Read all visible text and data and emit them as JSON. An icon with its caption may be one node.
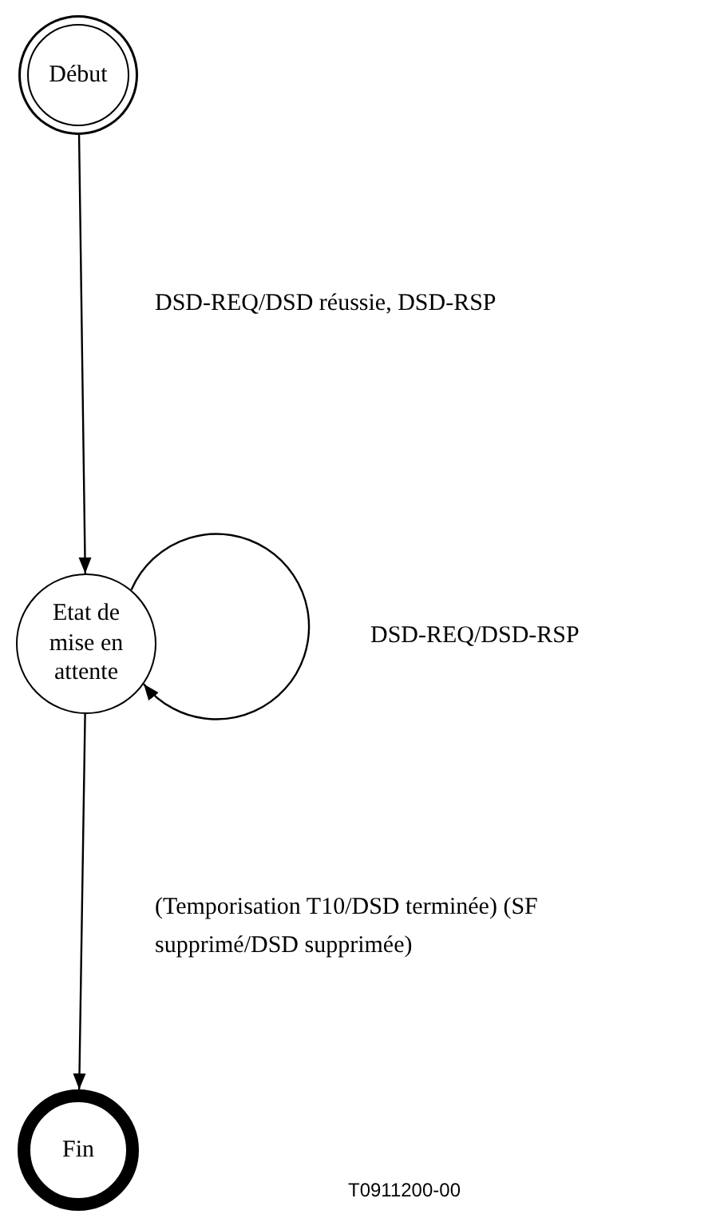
{
  "diagram": {
    "nodes": [
      {
        "text": [
          "Début"
        ]
      },
      {
        "text": [
          "Etat de mise en attente"
        ]
      },
      {
        "text": [
          "Fin"
        ]
      }
    ],
    "edges": [
      {
        "from": 0,
        "to": 1,
        "arrow": "to",
        "label": "DSD-REQ/DSD réussie, DSD-RSP"
      },
      {
        "from": 1,
        "to": 1,
        "arrow": "to",
        "label": "DSD-REQ/DSD-RSP"
      },
      {
        "from": 1,
        "to": 2,
        "arrow": "to",
        "label": "(Temporisation T10/DSD terminée) (SF supprimé/DSD supprimée)"
      }
    ],
    "labels": [
      "T0911200-00"
    ]
  }
}
